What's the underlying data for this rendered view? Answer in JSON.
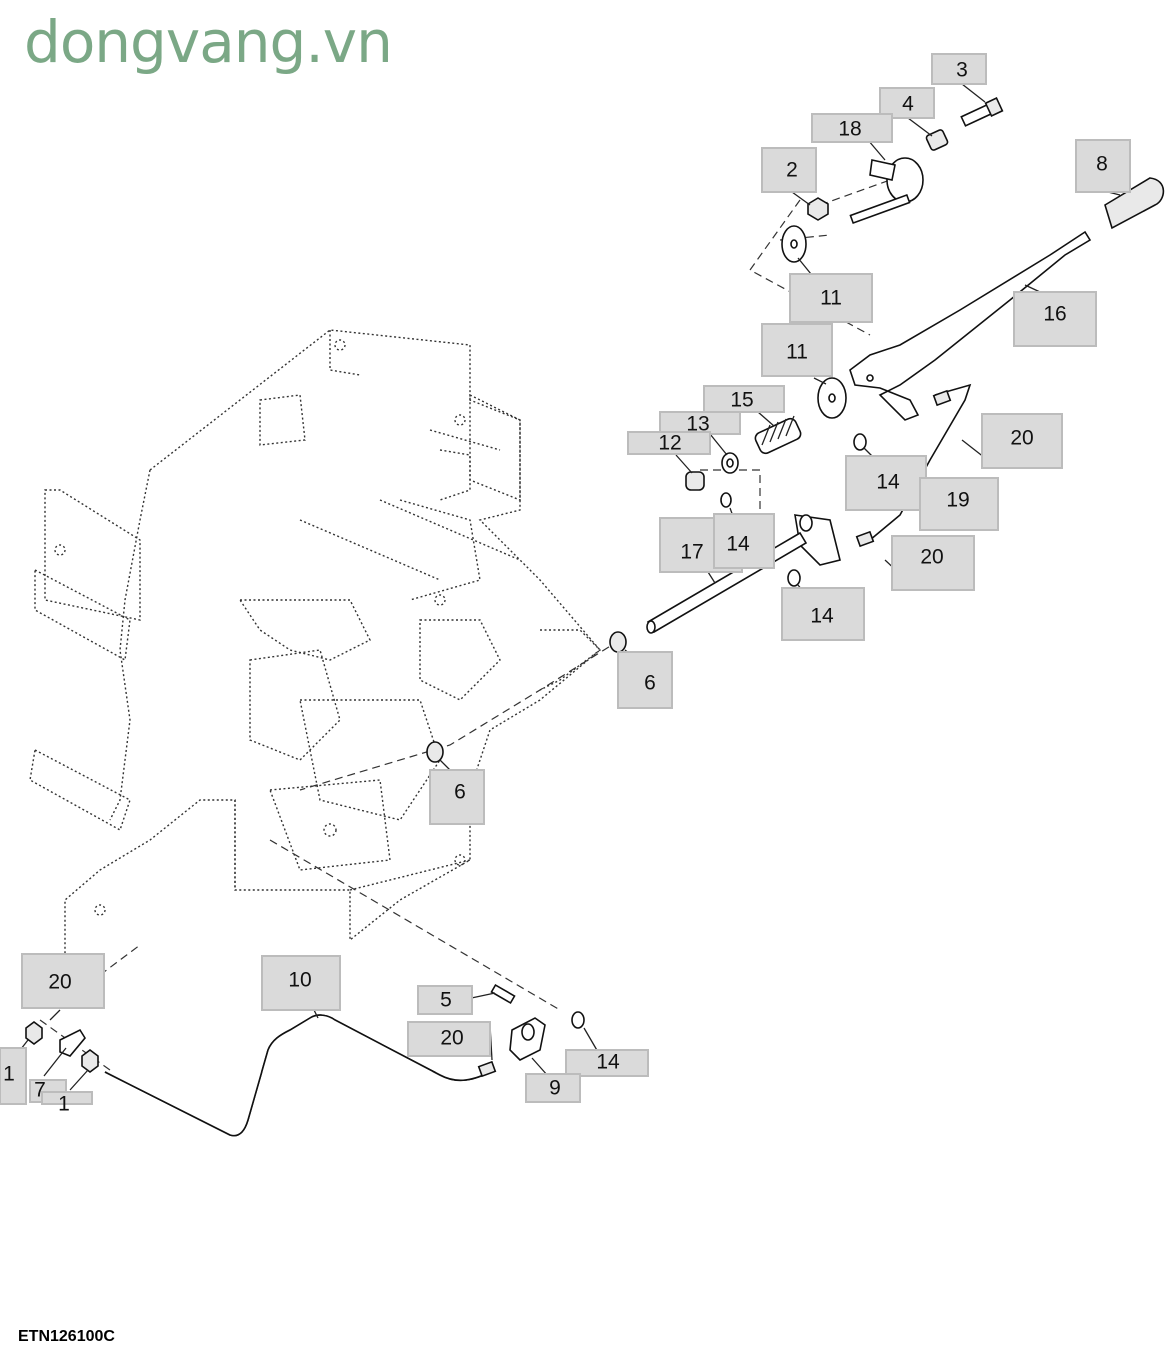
{
  "watermark": "dongvang.vn",
  "figure_id": "ETN126100C",
  "callouts": [
    {
      "id": "c3",
      "label": "3"
    },
    {
      "id": "c4",
      "label": "4"
    },
    {
      "id": "c18",
      "label": "18"
    },
    {
      "id": "c2",
      "label": "2"
    },
    {
      "id": "c8",
      "label": "8"
    },
    {
      "id": "c11a",
      "label": "11"
    },
    {
      "id": "c16",
      "label": "16"
    },
    {
      "id": "c11b",
      "label": "11"
    },
    {
      "id": "c15",
      "label": "15"
    },
    {
      "id": "c13",
      "label": "13"
    },
    {
      "id": "c12",
      "label": "12"
    },
    {
      "id": "c20a",
      "label": "20"
    },
    {
      "id": "c14a",
      "label": "14"
    },
    {
      "id": "c19",
      "label": "19"
    },
    {
      "id": "c17",
      "label": "17"
    },
    {
      "id": "c14b",
      "label": "14"
    },
    {
      "id": "c20b",
      "label": "20"
    },
    {
      "id": "c14c",
      "label": "14"
    },
    {
      "id": "c6a",
      "label": "6"
    },
    {
      "id": "c6b",
      "label": "6"
    },
    {
      "id": "c20c",
      "label": "20"
    },
    {
      "id": "c10",
      "label": "10"
    },
    {
      "id": "c5",
      "label": "5"
    },
    {
      "id": "c20d",
      "label": "20"
    },
    {
      "id": "c14d",
      "label": "14"
    },
    {
      "id": "c9",
      "label": "9"
    },
    {
      "id": "c1a",
      "label": "1"
    },
    {
      "id": "c7",
      "label": "7"
    },
    {
      "id": "c1b",
      "label": "1"
    }
  ]
}
